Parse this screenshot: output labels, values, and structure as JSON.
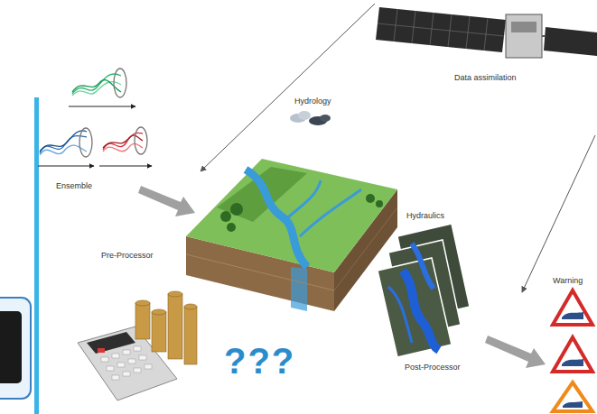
{
  "diagram": {
    "labels": [
      "Ensemble",
      "Data assimilation",
      "Hydrology",
      "Pre-Processor",
      "Hydraulics",
      "Post-Processor",
      "Warning",
      "???"
    ]
  }
}
